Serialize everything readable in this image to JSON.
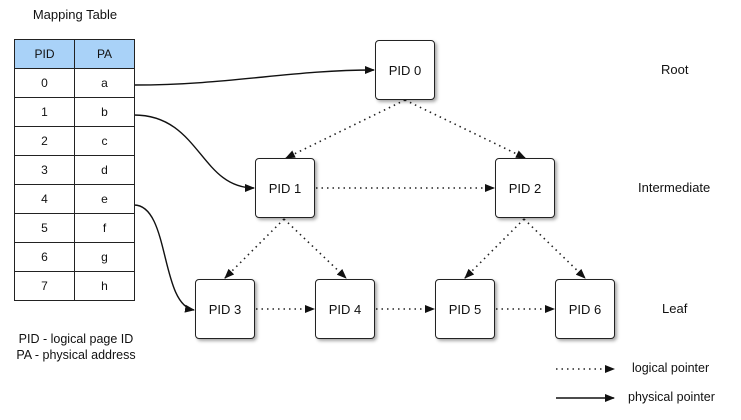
{
  "table": {
    "title": "Mapping Table",
    "headers": [
      "PID",
      "PA"
    ],
    "rows": [
      [
        "0",
        "a"
      ],
      [
        "1",
        "b"
      ],
      [
        "2",
        "c"
      ],
      [
        "3",
        "d"
      ],
      [
        "4",
        "e"
      ],
      [
        "5",
        "f"
      ],
      [
        "6",
        "g"
      ],
      [
        "7",
        "h"
      ]
    ],
    "header_color": "#a9d2f8"
  },
  "notes": {
    "pid": "PID - logical page ID",
    "pa": "PA - physical address"
  },
  "nodes": {
    "n0": "PID 0",
    "n1": "PID 1",
    "n2": "PID 2",
    "n3": "PID 3",
    "n4": "PID 4",
    "n5": "PID 5",
    "n6": "PID 6"
  },
  "levels": {
    "root": "Root",
    "intermediate": "Intermediate",
    "leaf": "Leaf"
  },
  "legend": {
    "logical": "logical pointer",
    "physical": "physical pointer"
  }
}
